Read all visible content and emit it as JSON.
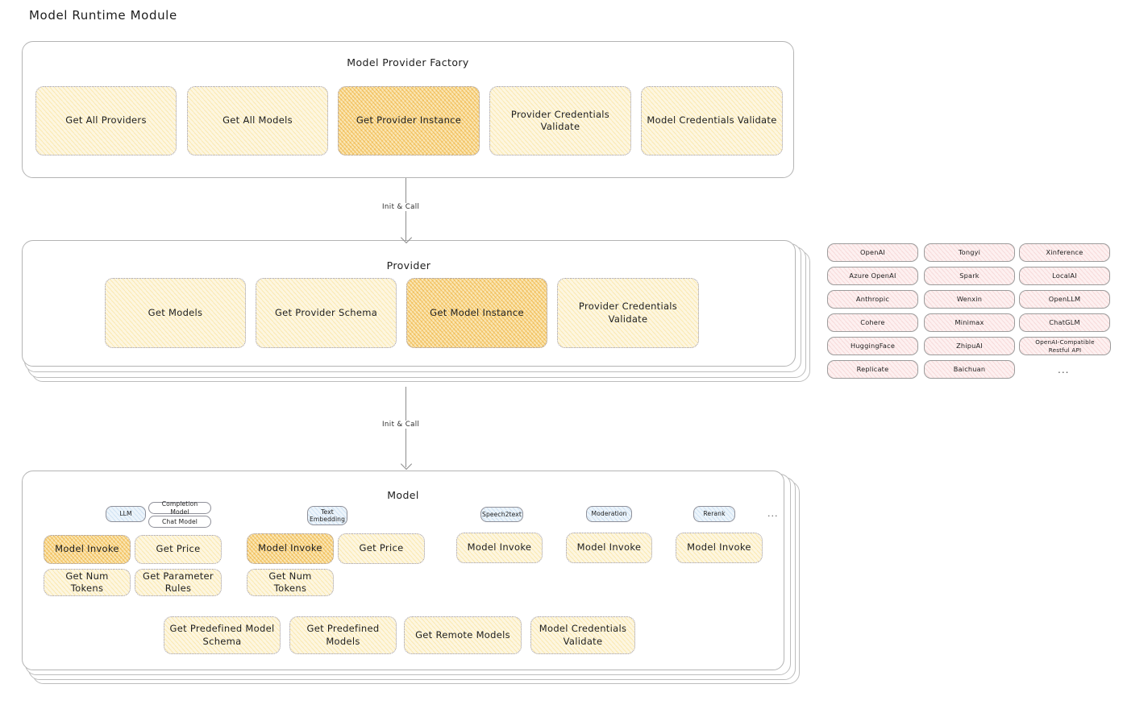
{
  "page": {
    "title": "Model Runtime Module"
  },
  "factory": {
    "title": "Model Provider Factory",
    "boxes": [
      {
        "label": "Get All Providers",
        "highlight": false
      },
      {
        "label": "Get All Models",
        "highlight": false
      },
      {
        "label": "Get Provider Instance",
        "highlight": true
      },
      {
        "label": "Provider Credentials Validate",
        "highlight": false
      },
      {
        "label": "Model Credentials Validate",
        "highlight": false
      }
    ]
  },
  "arrows": [
    {
      "label": "Init & Call"
    },
    {
      "label": "Init & Call"
    }
  ],
  "provider": {
    "title": "Provider",
    "boxes": [
      {
        "label": "Get Models",
        "highlight": false
      },
      {
        "label": "Get Provider Schema",
        "highlight": false
      },
      {
        "label": "Get Model Instance",
        "highlight": true
      },
      {
        "label": "Provider Credentials Validate",
        "highlight": false
      }
    ]
  },
  "provider_list": {
    "ellipsis": "...",
    "columns": [
      [
        "OpenAI",
        "Azure OpenAI",
        "Anthropic",
        "Cohere",
        "HuggingFace",
        "Replicate"
      ],
      [
        "Tongyi",
        "Spark",
        "Wenxin",
        "Minimax",
        "ZhipuAI",
        "Baichuan"
      ],
      [
        "Xinference",
        "LocalAI",
        "OpenLLM",
        "ChatGLM",
        "OpenAI-Compatible Restful API"
      ]
    ]
  },
  "model": {
    "title": "Model",
    "ellipsis": "...",
    "types": [
      {
        "tag": "LLM",
        "tag_style": "blue",
        "subtags": [
          "Completion Model",
          "Chat Model"
        ],
        "methods_row1": [
          {
            "label": "Model Invoke",
            "highlight": true
          },
          {
            "label": "Get Price",
            "highlight": false
          }
        ],
        "methods_row2": [
          {
            "label": "Get Num Tokens",
            "highlight": false
          },
          {
            "label": "Get Parameter Rules",
            "highlight": false
          }
        ]
      },
      {
        "tag": "Text Embedding",
        "tag_style": "blue",
        "subtags": [],
        "methods_row1": [
          {
            "label": "Model Invoke",
            "highlight": true
          },
          {
            "label": "Get Price",
            "highlight": false
          }
        ],
        "methods_row2": [
          {
            "label": "Get Num Tokens",
            "highlight": false
          }
        ]
      },
      {
        "tag": "Speech2text",
        "tag_style": "blue",
        "subtags": [],
        "methods_row1": [
          {
            "label": "Model Invoke",
            "highlight": false
          }
        ],
        "methods_row2": []
      },
      {
        "tag": "Moderation",
        "tag_style": "blue",
        "subtags": [],
        "methods_row1": [
          {
            "label": "Model Invoke",
            "highlight": false
          }
        ],
        "methods_row2": []
      },
      {
        "tag": "Rerank",
        "tag_style": "blue",
        "subtags": [],
        "methods_row1": [
          {
            "label": "Model Invoke",
            "highlight": false
          }
        ],
        "methods_row2": []
      }
    ],
    "shared_methods": [
      {
        "label": "Get Predefined Model Schema"
      },
      {
        "label": "Get Predefined Models"
      },
      {
        "label": "Get Remote Models"
      },
      {
        "label": "Model Credentials Validate"
      }
    ]
  },
  "colors": {
    "pale_yellow": "#fdf6e0",
    "highlight_orange": "#fae6b4",
    "provider_pink": "#fdf0f0",
    "tag_blue": "#ecf4fb",
    "panel_border": "#b4b4b4"
  }
}
